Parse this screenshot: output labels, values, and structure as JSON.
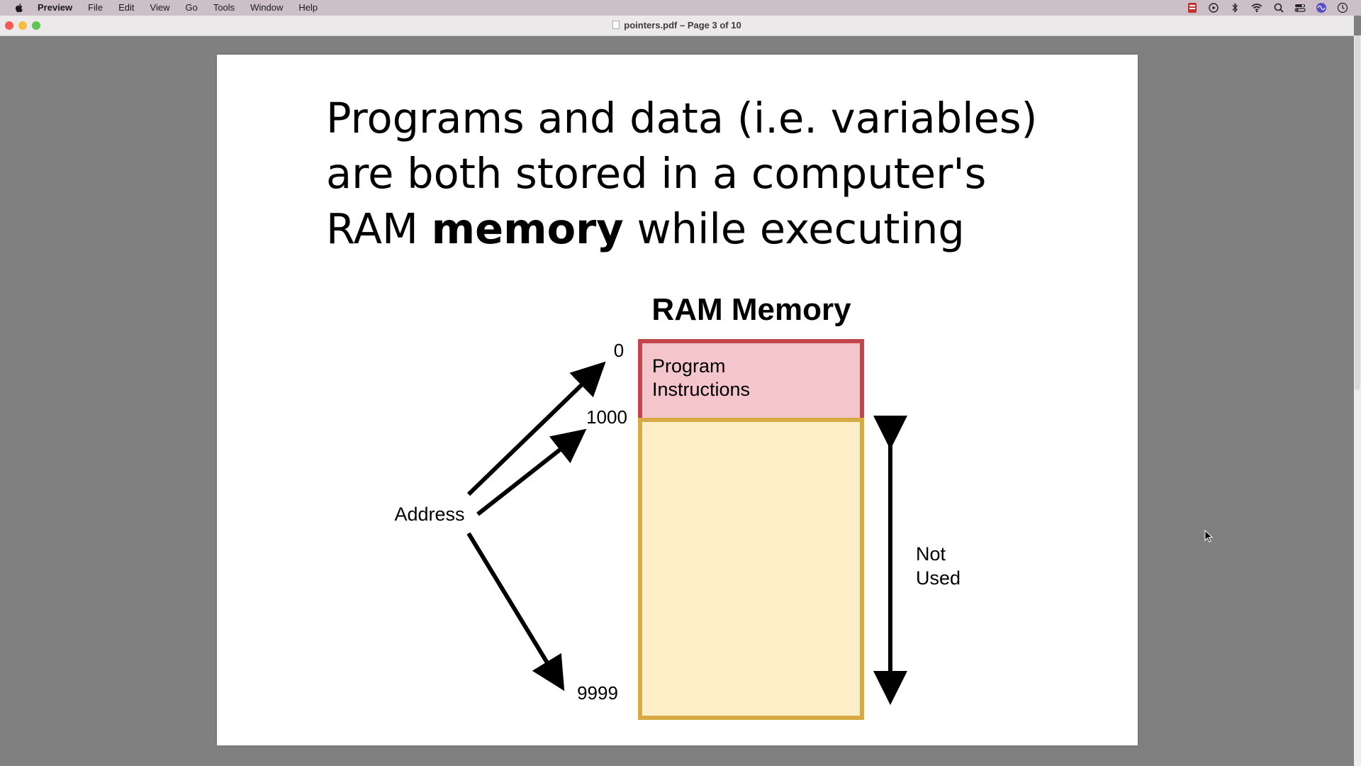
{
  "menubar": {
    "app_name": "Preview",
    "items": [
      "File",
      "Edit",
      "View",
      "Go",
      "Tools",
      "Window",
      "Help"
    ],
    "status_icons": [
      "screen-record-icon",
      "play-icon",
      "bluetooth-icon",
      "wifi-icon",
      "spotlight-icon",
      "control-center-icon",
      "siri-icon",
      "clock-icon"
    ]
  },
  "window": {
    "title": "pointers.pdf – Page 3 of 10"
  },
  "slide": {
    "title_line1": "Programs and data (i.e. variables)",
    "title_line2": "are both stored in a computer's",
    "title_line3_pre": "RAM ",
    "title_line3_bold": "memory",
    "title_line3_post": " while executing",
    "diagram": {
      "heading": "RAM Memory",
      "block_label_1": "Program",
      "block_label_2": "Instructions",
      "address_label": "Address",
      "addr_0": "0",
      "addr_1000": "1000",
      "addr_9999": "9999",
      "not_used_1": "Not",
      "not_used_2": "Used"
    }
  },
  "colors": {
    "program_fill": "#f4c6cc",
    "program_border": "#c0454d",
    "free_fill": "#fdeec8",
    "free_border": "#d6ab45"
  }
}
